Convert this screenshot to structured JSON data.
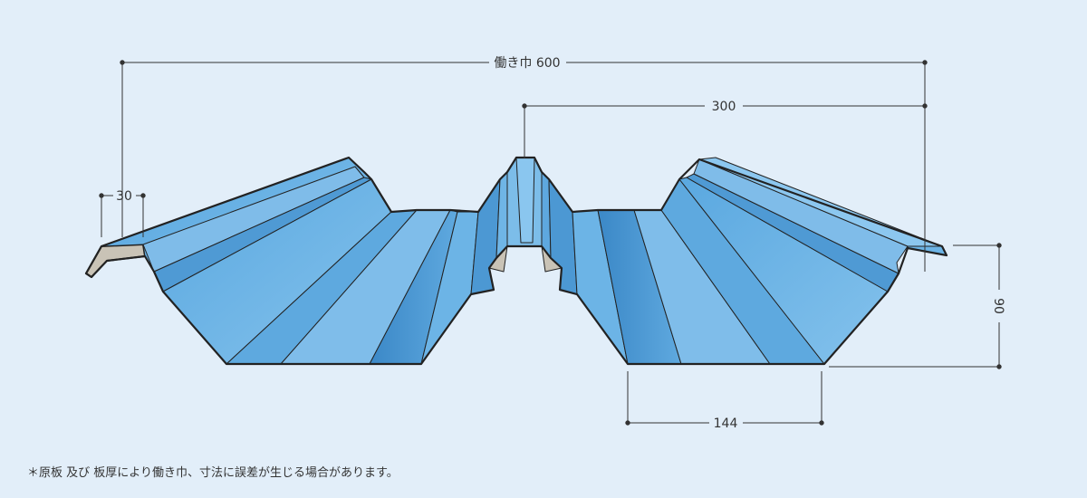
{
  "dimensions": {
    "working_width": "働き巾 600",
    "pitch": "300",
    "edge_lip": "30",
    "height": "90",
    "bottom_flat": "144"
  },
  "footnote": "＊原板 及び 板厚により働き巾、寸法に誤差が生じる場合があります。",
  "colors": {
    "background": "#e2eef9",
    "panel_fill": "#6cb4e6",
    "panel_dark": "#3f8fcd",
    "panel_light": "#8cc7ef",
    "section_cut": "#c9c3b6",
    "outline": "#222222",
    "dimension_line": "#333333"
  }
}
